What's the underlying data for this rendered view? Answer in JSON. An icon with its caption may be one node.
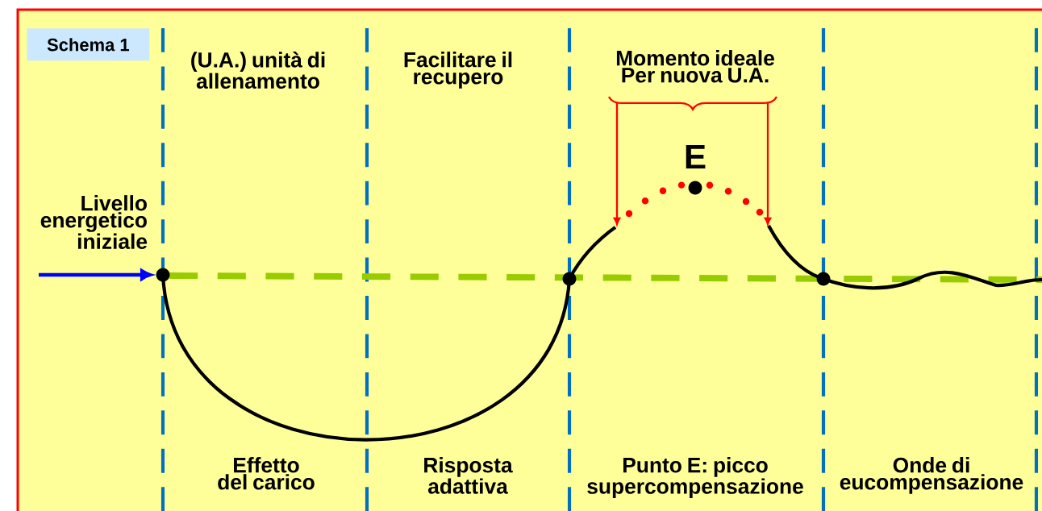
{
  "diagram": {
    "title": "Schema 1",
    "nodes": [
      {
        "text": [
          "Momento ideale Per nuova U.A."
        ]
      },
      {
        "text": [],
        "shape": "circle"
      }
    ],
    "edges": [
      {
        "from": null,
        "to": 1,
        "arrow": "to",
        "color": "#0000ff",
        "style": "thick"
      },
      {
        "from": 0,
        "to": null,
        "arrow": "to",
        "color": "#ff0000"
      },
      {
        "from": 0,
        "to": null,
        "arrow": "to",
        "color": "#ff0000"
      }
    ],
    "labels": [
      "Livello energetico iniziale",
      "(U.A.) unità di allenamento",
      "Facilitare il recupero",
      "E",
      "Effetto del carico",
      "Risposta adattiva",
      "Punto E: picco supercompensazione",
      "Onde di eucompensazione"
    ]
  }
}
